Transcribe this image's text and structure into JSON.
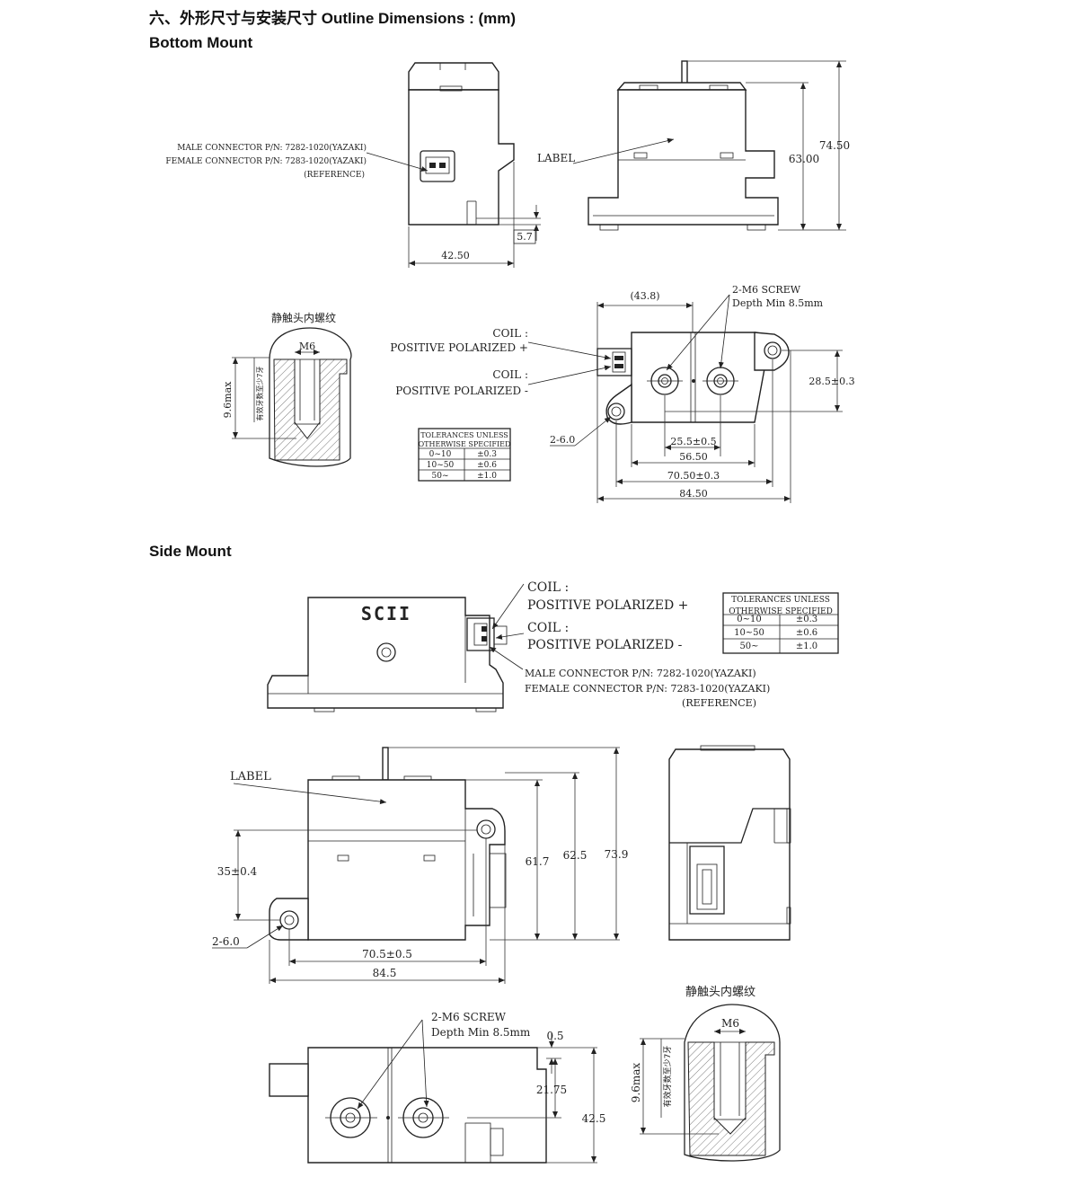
{
  "header": {
    "title": "六、外形尺寸与安装尺寸 Outline Dimensions : (mm)",
    "bottom_mount": "Bottom Mount",
    "side_mount": "Side Mount"
  },
  "bottom_front": {
    "male_connector": "MALE CONNECTOR P/N: 7282-1020(YAZAKI)",
    "female_connector": "FEMALE CONNECTOR P/N: 7283-1020(YAZAKI)",
    "reference": "(REFERENCE)",
    "dim_width": "42.50",
    "dim_5_7": "5.7"
  },
  "bottom_side": {
    "label": "LABEL",
    "dim_63": "63.00",
    "dim_74_5": "74.50"
  },
  "thread_detail": {
    "title": "静触头内螺纹",
    "m6": "M6",
    "depth": "9.6max",
    "note": "有效牙数至少7牙"
  },
  "bottom_top": {
    "dim_43_8": "(43.8)",
    "screw": "2-M6 SCREW",
    "depth": "Depth Min 8.5mm",
    "coil_pos_1": "COIL :",
    "coil_pos_2": "POSITIVE POLARIZED +",
    "coil_neg_1": "COIL :",
    "coil_neg_2": "POSITIVE POLARIZED -",
    "dim_28_5": "28.5±0.3",
    "hole": "2-6.0",
    "dim_25_5": "25.5±0.5",
    "dim_56_5": "56.50",
    "dim_70_5": "70.50±0.3",
    "dim_84_5": "84.50"
  },
  "tolerance_table": {
    "header_1": "TOLERANCES UNLESS",
    "header_2": "OTHERWISE SPECIFIED",
    "rows": [
      {
        "range": "0~10",
        "tol": "±0.3"
      },
      {
        "range": "10~50",
        "tol": "±0.6"
      },
      {
        "range": "50~",
        "tol": "±1.0"
      }
    ]
  },
  "side_front": {
    "brand": "SCII",
    "coil_pos_1": "COIL :",
    "coil_pos_2": "POSITIVE POLARIZED +",
    "coil_neg_1": "COIL :",
    "coil_neg_2": "POSITIVE POLARIZED -",
    "male_connector": "MALE   CONNECTOR P/N: 7282-1020(YAZAKI)",
    "female_connector": "FEMALE CONNECTOR P/N: 7283-1020(YAZAKI)",
    "reference": "(REFERENCE)"
  },
  "side_main": {
    "label": "LABEL",
    "dim_35": "35±0.4",
    "hole": "2-6.0",
    "dim_70_5": "70.5±0.5",
    "dim_84_5": "84.5",
    "dim_61_7": "61.7",
    "dim_62_5": "62.5",
    "dim_73_9": "73.9"
  },
  "side_bottom": {
    "screw": "2-M6 SCREW",
    "depth": "Depth Min 8.5mm",
    "dim_0_5": "0.5",
    "dim_21_75": "21.75",
    "dim_42_5": "42.5"
  },
  "thread_detail_2": {
    "title": "静触头内螺纹",
    "m6": "M6",
    "depth": "9.6max",
    "note": "有效牙数至少7牙"
  }
}
